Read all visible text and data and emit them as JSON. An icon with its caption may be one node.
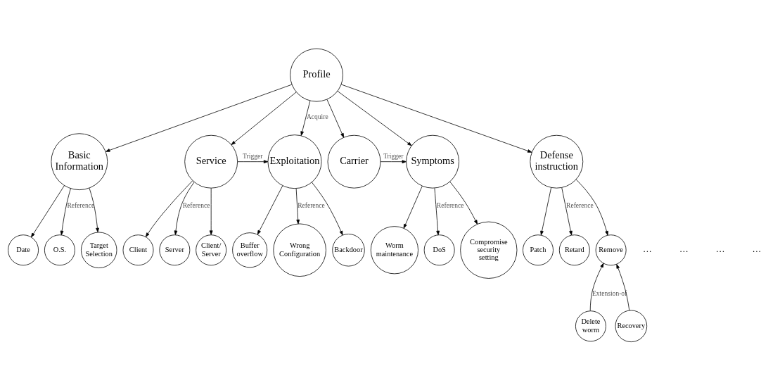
{
  "diagram": {
    "nodes": [
      {
        "text": [
          "Profile"
        ]
      },
      {
        "text": [
          "Basic Information"
        ]
      },
      {
        "text": [
          "Service"
        ]
      },
      {
        "text": [
          "Exploitation"
        ]
      },
      {
        "text": [
          "Carrier"
        ]
      },
      {
        "text": [
          "Symptoms"
        ]
      },
      {
        "text": [
          "Defense instruction"
        ]
      },
      {
        "text": [
          "Date"
        ]
      },
      {
        "text": [
          "O.S."
        ]
      },
      {
        "text": [
          "Target Selection"
        ]
      },
      {
        "text": [
          "Client"
        ]
      },
      {
        "text": [
          "Server"
        ]
      },
      {
        "text": [
          "Client/ Server"
        ]
      },
      {
        "text": [
          "Buffer overflow"
        ]
      },
      {
        "text": [
          "Wrong Configuration"
        ]
      },
      {
        "text": [
          "Backdoor"
        ]
      },
      {
        "text": [
          "Worm maintenance"
        ]
      },
      {
        "text": [
          "DoS"
        ]
      },
      {
        "text": [
          "Compromise security setting"
        ]
      },
      {
        "text": [
          "Patch"
        ]
      },
      {
        "text": [
          "Retard"
        ]
      },
      {
        "text": [
          "Remove"
        ]
      },
      {
        "text": [
          "Delete worm"
        ]
      },
      {
        "text": [
          "Recovery"
        ]
      }
    ],
    "edges": [
      {
        "from": 0,
        "to": 1,
        "arrow": "to"
      },
      {
        "from": 0,
        "to": 2,
        "arrow": "to"
      },
      {
        "from": 0,
        "to": 3,
        "arrow": "to",
        "label": "Acquire"
      },
      {
        "from": 0,
        "to": 4,
        "arrow": "to"
      },
      {
        "from": 0,
        "to": 5,
        "arrow": "to"
      },
      {
        "from": 0,
        "to": 6,
        "arrow": "to"
      },
      {
        "from": 2,
        "to": 3,
        "arrow": "to",
        "label": "Trigger"
      },
      {
        "from": 4,
        "to": 5,
        "arrow": "to",
        "label": "Trigger"
      },
      {
        "from": 1,
        "to": 7,
        "arrow": "to"
      },
      {
        "from": 1,
        "to": 8,
        "arrow": "to",
        "label": "Reference"
      },
      {
        "from": 1,
        "to": 9,
        "arrow": "to"
      },
      {
        "from": 2,
        "to": 10,
        "arrow": "to"
      },
      {
        "from": 2,
        "to": 11,
        "arrow": "to",
        "label": "Reference"
      },
      {
        "from": 2,
        "to": 12,
        "arrow": "to"
      },
      {
        "from": 3,
        "to": 13,
        "arrow": "to"
      },
      {
        "from": 3,
        "to": 14,
        "arrow": "to",
        "label": "Reference"
      },
      {
        "from": 3,
        "to": 15,
        "arrow": "to"
      },
      {
        "from": 5,
        "to": 16,
        "arrow": "to"
      },
      {
        "from": 5,
        "to": 17,
        "arrow": "to",
        "label": "Reference"
      },
      {
        "from": 5,
        "to": 18,
        "arrow": "to"
      },
      {
        "from": 6,
        "to": 19,
        "arrow": "to"
      },
      {
        "from": 6,
        "to": 20,
        "arrow": "to",
        "label": "Reference"
      },
      {
        "from": 6,
        "to": 21,
        "arrow": "to"
      },
      {
        "from": 22,
        "to": 21,
        "arrow": "to",
        "label": "Extension-of"
      },
      {
        "from": 23,
        "to": 21,
        "arrow": "to"
      }
    ],
    "labels": [
      "…",
      "…",
      "…",
      "…"
    ]
  }
}
